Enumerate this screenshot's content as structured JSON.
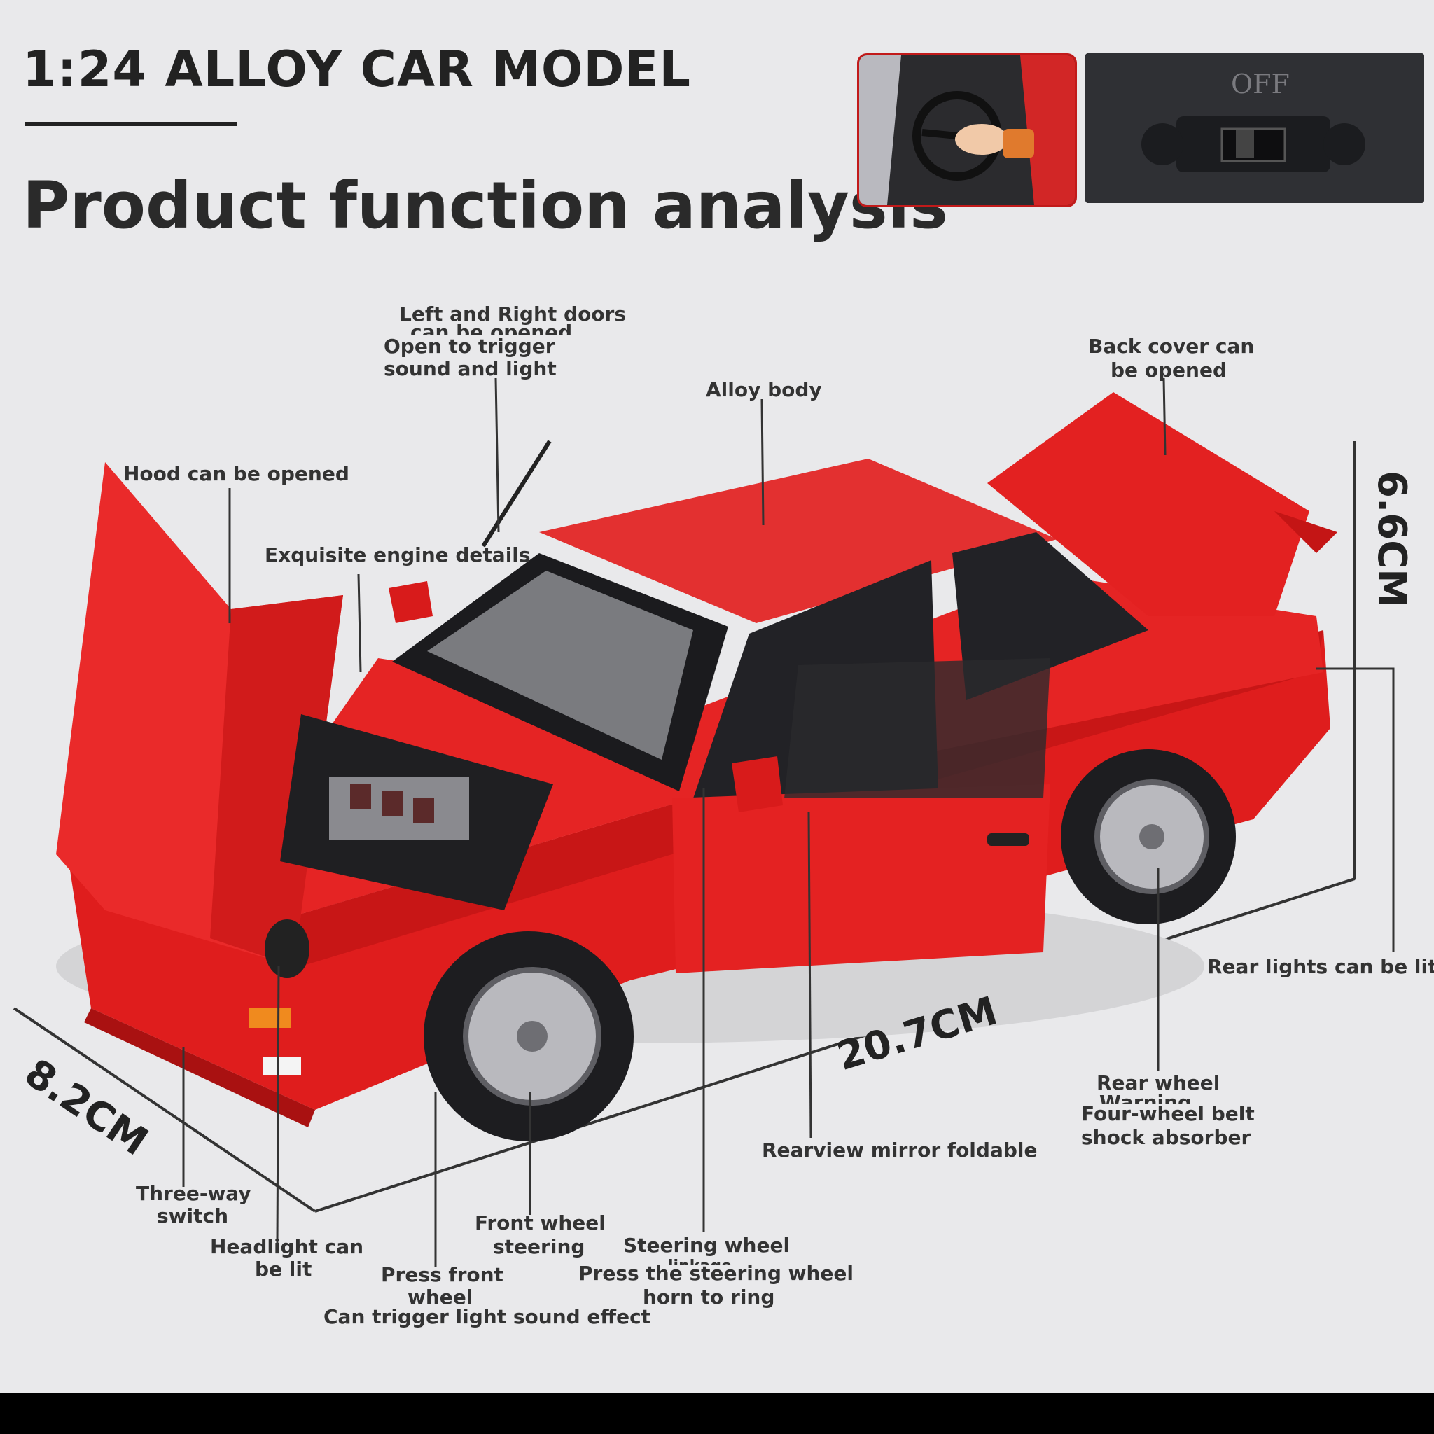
{
  "header": {
    "title": "1:24 ALLOY CAR MODEL",
    "subtitle": "Product function analysis"
  },
  "inset": {
    "switch_text": "OFF"
  },
  "callouts": {
    "doors_line1": "Left and Right doors",
    "doors_line2": "can be opened",
    "doors_line3": "Open to trigger",
    "doors_line4": "sound and light",
    "alloy_body": "Alloy body",
    "back_cover_line1": "Back cover can",
    "back_cover_line2": "be opened",
    "hood": "Hood can be opened",
    "engine": "Exquisite engine details",
    "rear_lights": "Rear lights can be lit",
    "rear_wheel_line1": "Rear wheel",
    "rear_wheel_line2": "Warning",
    "rear_wheel_line3": "Four-wheel belt",
    "rear_wheel_line4": "shock absorber",
    "mirror": "Rearview mirror foldable",
    "three_way_line1": "Three-way",
    "three_way_line2": "switch",
    "headlight_line1": "Headlight can",
    "headlight_line2": "be lit",
    "front_wheel_line1": "Front wheel",
    "front_wheel_line2": "steering",
    "press_front_line1": "Press front",
    "press_front_line2": "wheel",
    "press_front_line3": "Can trigger light sound effect",
    "steering_line1": "Steering wheel",
    "steering_line2": "linkage",
    "steering_line3": "Press the steering wheel",
    "steering_line4": "horn to ring"
  },
  "dimensions": {
    "length": "20.7CM",
    "width": "8.2CM",
    "height": "6.6CM"
  },
  "colors": {
    "background": "#e9e9eb",
    "car_red": "#e01f1f",
    "text": "#333333"
  }
}
